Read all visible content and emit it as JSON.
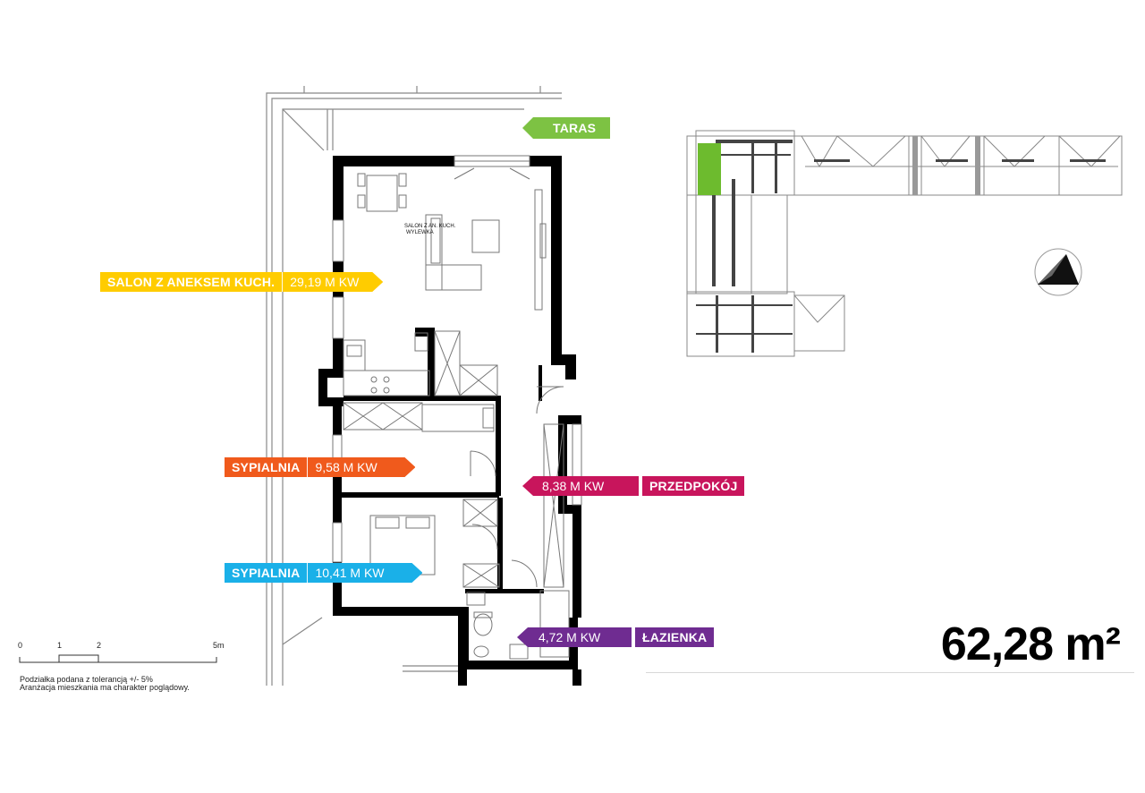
{
  "rooms": {
    "taras": {
      "name": "TARAS",
      "color": "#7dc243"
    },
    "salon": {
      "name": "SALON Z ANEKSEM KUCH.",
      "area": "29,19 M KW",
      "color": "#ffcc00"
    },
    "sypialnia1": {
      "name": "SYPIALNIA",
      "area": "9,58 M KW",
      "color": "#f05a1c"
    },
    "przedpokoj": {
      "name": "PRZEDPOKÓJ",
      "area": "8,38 M KW",
      "color": "#c8155c"
    },
    "sypialnia2": {
      "name": "SYPIALNIA",
      "area": "10,41 M KW",
      "color": "#1ab0e8"
    },
    "lazienka": {
      "name": "ŁAZIENKA",
      "area": "4,72 M KW",
      "color": "#6f2c91"
    }
  },
  "plan_label": {
    "line1": "SALON Z AN. KUCH.",
    "line2": "WYLEWKA"
  },
  "total_area": "62,28 m²",
  "scale": {
    "ticks": [
      "0",
      "1",
      "2",
      "5m"
    ]
  },
  "notes": {
    "line1": "Podziałka podana z tolerancją +/- 5%",
    "line2": "Aranżacja mieszkania ma charakter poglądowy."
  },
  "colors": {
    "walls": "#000000",
    "lines": "#777777",
    "highlight": "#6dbb2e"
  }
}
